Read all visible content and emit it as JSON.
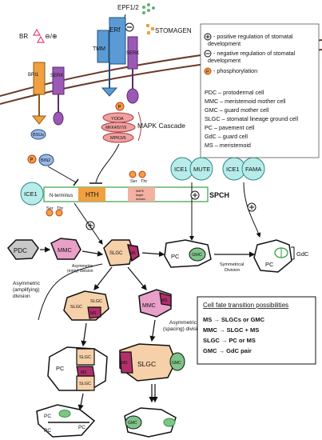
{
  "signals": {
    "epf": "EPF1/2",
    "stomagen": "STOMAGEN",
    "br": "BR",
    "br_sign": "⊖/⊕"
  },
  "receptors": {
    "tmm": "TMM",
    "erf": "ERf",
    "serk_right": "SERK",
    "bri1": "BRI1",
    "serk_left": "SERK"
  },
  "cascade": {
    "yoda": "YODA",
    "mkk": "MKK4/5/7/9",
    "mpk": "MPK3/6",
    "label": "MAPK Cascade",
    "bsu": "BSUs",
    "bin2": "BIN2",
    "p": "P"
  },
  "spch": {
    "ice1": "ICE1",
    "nterm": "N-terminus",
    "hth": "HTH",
    "mapk_domain_line1": "MAPK",
    "mapk_domain_line2": "target",
    "mapk_domain_line3": "domain",
    "label": "SPCH",
    "ser": "Ser",
    "thr": "Thr"
  },
  "mute": {
    "ice1": "ICE1",
    "name": "MUTE"
  },
  "fama": {
    "ice1": "ICE1",
    "name": "FAMA"
  },
  "legend": {
    "pos_line1": "- positive regulation of stomatal",
    "pos_line2": "development",
    "neg_line1": "- negative regulation of stomatal",
    "neg_line2": "development",
    "phos": "- phosphorylation",
    "p": "P",
    "abbrevs": [
      "PDC – protodermal cell",
      "MMC – meristemoid mother cell",
      "GMC – guard mother cell",
      "SLGC – stomatal lineage ground cell",
      "PC – pavement cell",
      "GdC – guard cell",
      "MS – meristemoid"
    ]
  },
  "cells": {
    "pdc": "PDC",
    "mmc": "MMC",
    "slgc": "SLGC",
    "ms": "MS",
    "pc": "PC",
    "gmc": "GMC",
    "gdc": "GdC"
  },
  "divisions": {
    "asym_entry_1": "Asymmetric",
    "asym_entry_2": "(entry) division",
    "asym_amp_1": "Asymmetric",
    "asym_amp_2": "(amplifying)",
    "asym_amp_3": "division",
    "asym_space_1": "Asymmetric",
    "asym_space_2": "(spacing) division",
    "sym_1": "Symmetrical",
    "sym_2": "Division"
  },
  "fate_box": {
    "title": "Cell fate transition possibilities",
    "lines": [
      "MS → SLGCs or GMC",
      "MMC → SLGC + MS",
      "SLGC → PC or MS",
      "GMC → GdC pair"
    ]
  },
  "colors": {
    "blue": "#5b9bd5",
    "purple": "#9b59b6",
    "pink": "#e8a0c8",
    "magenta": "#b0306a",
    "slgc": "#f6d0a8",
    "green": "#5fb36b",
    "orange": "#f0a040",
    "teal": "#b8ecea"
  }
}
